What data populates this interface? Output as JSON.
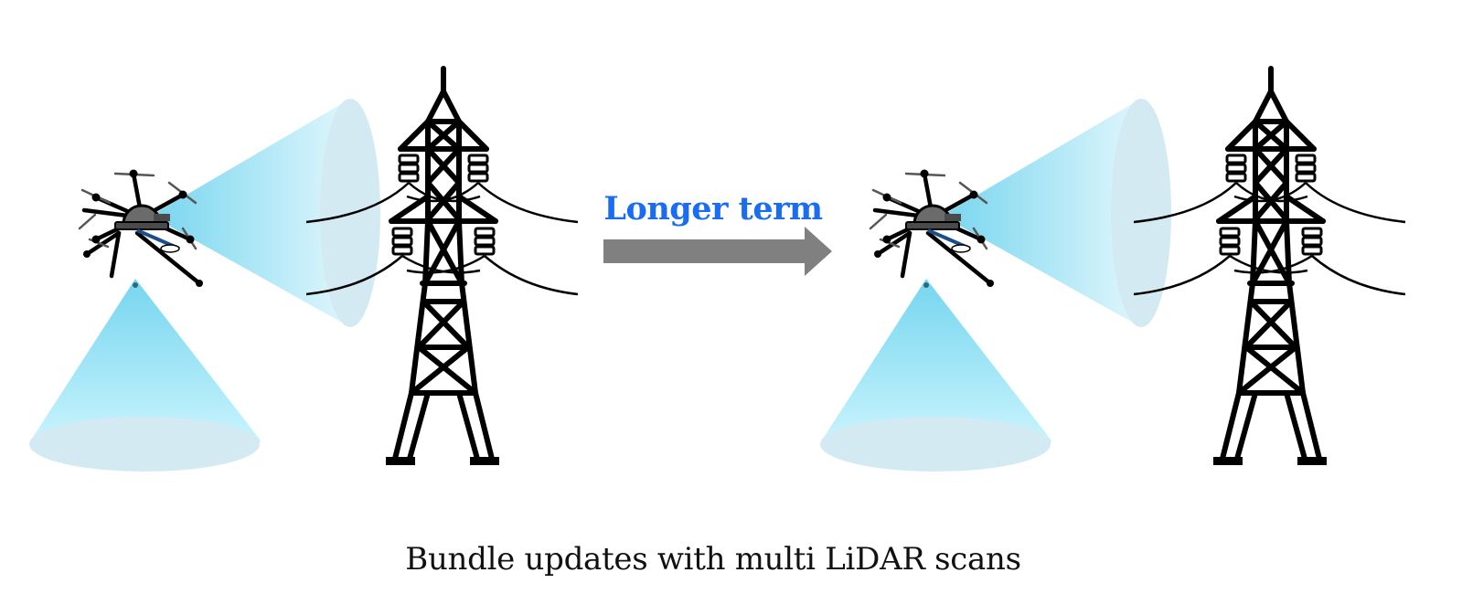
{
  "arrow": {
    "label": "Longer term",
    "label_color": "#1a6cf2",
    "color": "#808080"
  },
  "caption": "Bundle updates with multi LiDAR scans",
  "scenes": [
    {
      "id": "before",
      "drone": "drone-icon",
      "tower": "transmission-tower-icon"
    },
    {
      "id": "after",
      "drone": "drone-icon",
      "tower": "transmission-tower-icon"
    }
  ],
  "colors": {
    "beam_light": "#ccf6ff",
    "beam_dark": "#6fd3ee",
    "beam_base": "#d4eaf2",
    "outline": "#000000"
  }
}
